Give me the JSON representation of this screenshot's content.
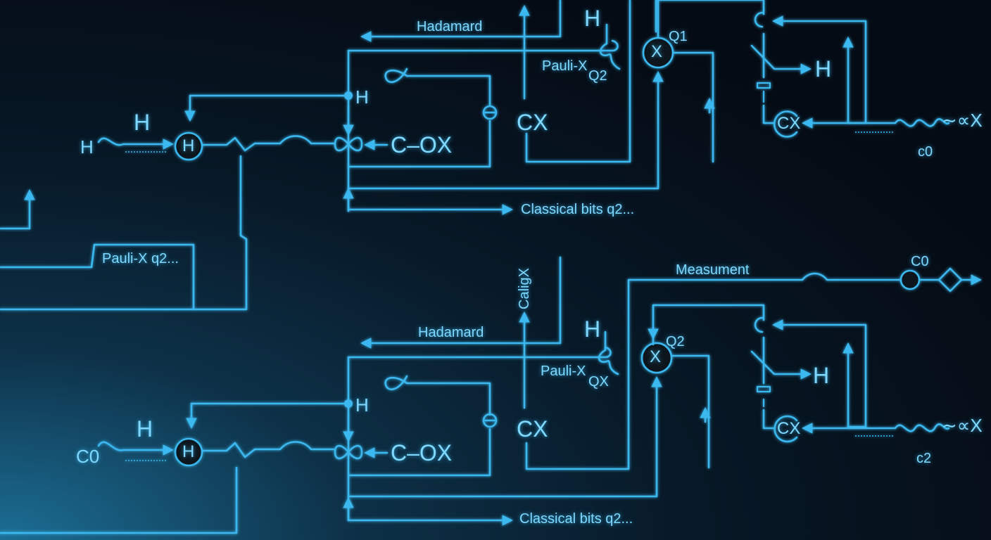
{
  "top": {
    "labels": {
      "hadamard": "Hadamard",
      "pauli_x": "Pauli-X",
      "q2_small": "Q2",
      "q1": "Q1",
      "h_above": "H",
      "h_left": "H",
      "h_gate": "H",
      "h_node": "H",
      "h_right_upper": "H",
      "h_top": "H",
      "cx_mid": "CX",
      "c_ox": "C–OX",
      "x_gate": "X",
      "cx_node": "CX",
      "oxx": "∼∝X",
      "c0": "c0",
      "classical_bits": "Classical bits q2...",
      "pauli_x_box": "Pauli-X q2..."
    }
  },
  "bottom": {
    "labels": {
      "hadamard": "Hadamard",
      "pauli_x": "Pauli-X",
      "qx_small": "QX",
      "q2": "Q2",
      "caligx": "CaligX",
      "h_above": "H",
      "c0_left": "C0",
      "h_gate": "H",
      "h_node": "H",
      "h_right_upper": "H",
      "h_top": "H",
      "cx_mid": "CX",
      "c_ox": "C–OX",
      "x_gate": "X",
      "cx_node": "CX",
      "oxx": "∼∝X",
      "c2": "c2",
      "classical_bits": "Classical bits q2...",
      "measument": "Measument",
      "c0_right": "C0"
    }
  },
  "colors": {
    "wire": "#3ab8ef",
    "text": "#7fd8ff",
    "background": "#050b14"
  }
}
